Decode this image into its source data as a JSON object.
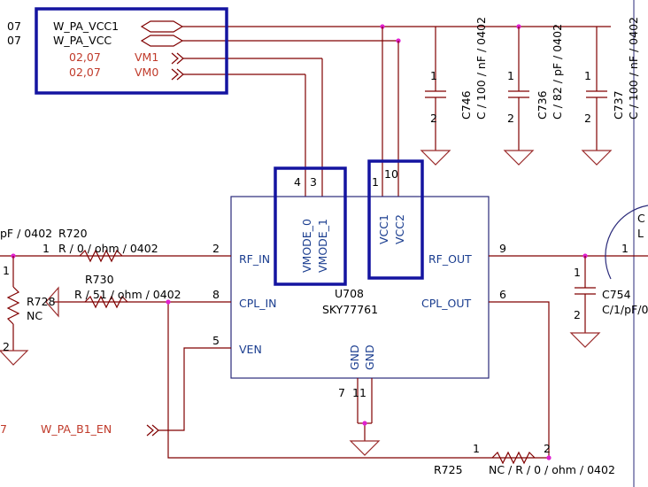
{
  "nets": {
    "vcc1": {
      "prefix": "07",
      "name": "W_PA_VCC1"
    },
    "vcc": {
      "prefix": "07",
      "name": "W_PA_VCC"
    },
    "vm1": {
      "prefix": "02,07",
      "name": "VM1"
    },
    "vm0": {
      "prefix": "02,07",
      "name": "VM0"
    },
    "en": {
      "prefix": "7",
      "name": "W_PA_B1_EN"
    }
  },
  "chip": {
    "ref": "U708",
    "part": "SKY77761",
    "pins": {
      "rf_in": "RF_IN",
      "cpl_in": "CPL_IN",
      "ven": "VEN",
      "rf_out": "RF_OUT",
      "cpl_out": "CPL_OUT",
      "vmode0": "VMODE_0",
      "vmode1": "VMODE_1",
      "vcc1": "VCC1",
      "vcc2": "VCC2",
      "gnd1": "GND",
      "gnd2": "GND"
    },
    "pin_numbers": {
      "rf_in": "2",
      "cpl_in": "8",
      "ven": "5",
      "rf_out": "9",
      "cpl_out": "6",
      "vmode0": "4",
      "vmode1": "3",
      "vcc1": "1",
      "vcc2": "10",
      "gnd_a": "7",
      "gnd_b": "11"
    }
  },
  "caps": {
    "c746": {
      "ref": "C746",
      "value": "C / 100 / nF / 0402"
    },
    "c736": {
      "ref": "C736",
      "value": "C / 82 / pF / 0402"
    },
    "c737": {
      "ref": "C737",
      "value": "C / 100 / nF / 0402"
    },
    "c754": {
      "ref": "C754",
      "value": "C/1/pF/0"
    },
    "pin1": "1",
    "pin2": "2"
  },
  "resistors": {
    "r720": {
      "ref": "R720",
      "value": "R / 0 / ohm / 0402"
    },
    "r730": {
      "ref": "R730",
      "value": "R / 51 / ohm / 0402"
    },
    "r728": {
      "ref": "R728",
      "value": "NC"
    },
    "r725": {
      "ref": "R725",
      "value": "NC / R / 0 / ohm / 0402"
    },
    "pin1": "1",
    "pin2": "2"
  },
  "left_label": "pF / 0402",
  "right_labels": {
    "top": "C",
    "bottom": "L"
  }
}
